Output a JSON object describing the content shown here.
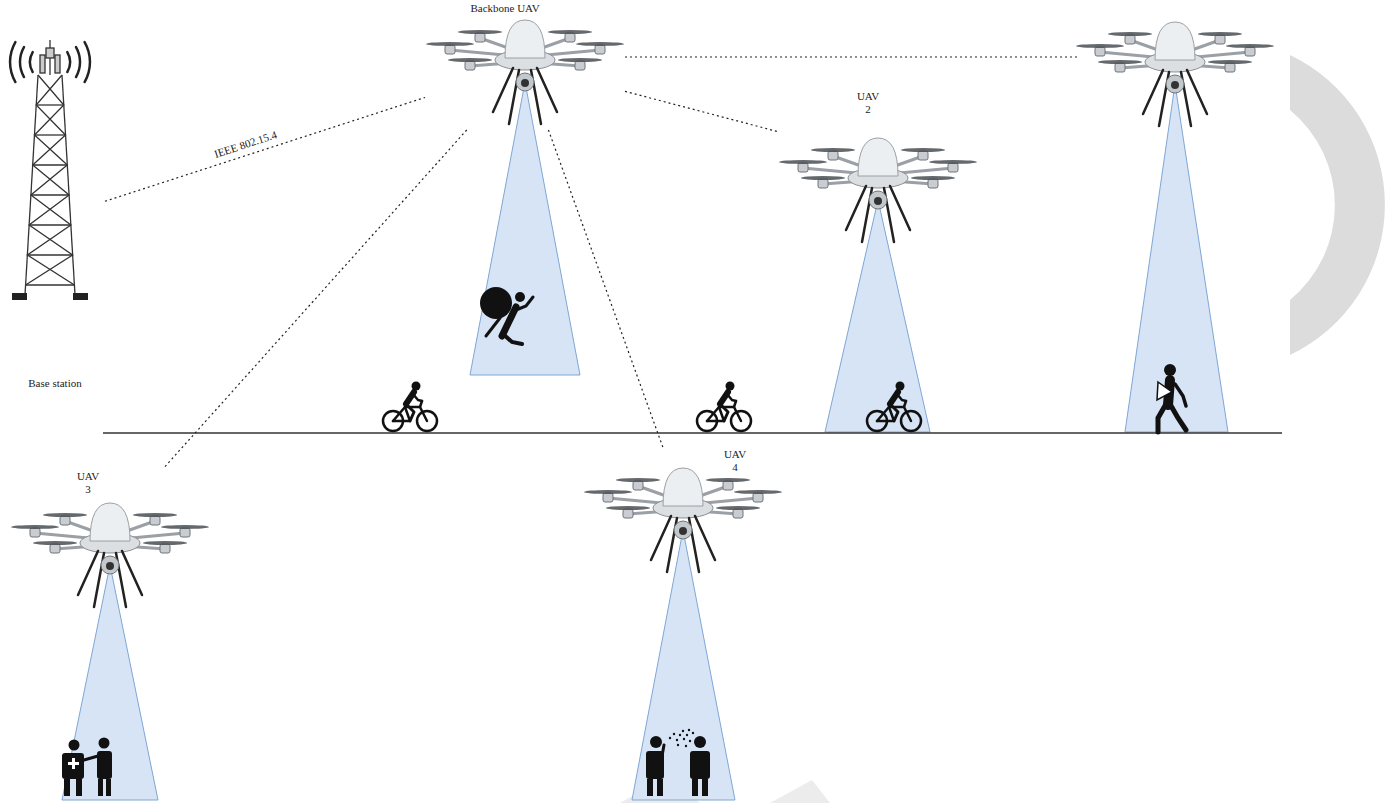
{
  "diagram": {
    "nodes": [
      {
        "text": [
          "Base station"
        ]
      },
      {
        "text": [
          "Backbone UAV"
        ]
      },
      {
        "text": [
          "UAV 2"
        ]
      },
      {
        "text": [
          "UAV 3"
        ]
      },
      {
        "text": [
          "UAV 4"
        ]
      }
    ],
    "edges": [
      {
        "from": 0,
        "to": 1,
        "arrow": "none",
        "label": "IEEE 802.15.4"
      },
      {
        "from": 1,
        "to": 2,
        "arrow": "none"
      },
      {
        "from": 1,
        "to": 3,
        "arrow": "none"
      },
      {
        "from": 1,
        "to": 4,
        "arrow": "none"
      }
    ]
  }
}
